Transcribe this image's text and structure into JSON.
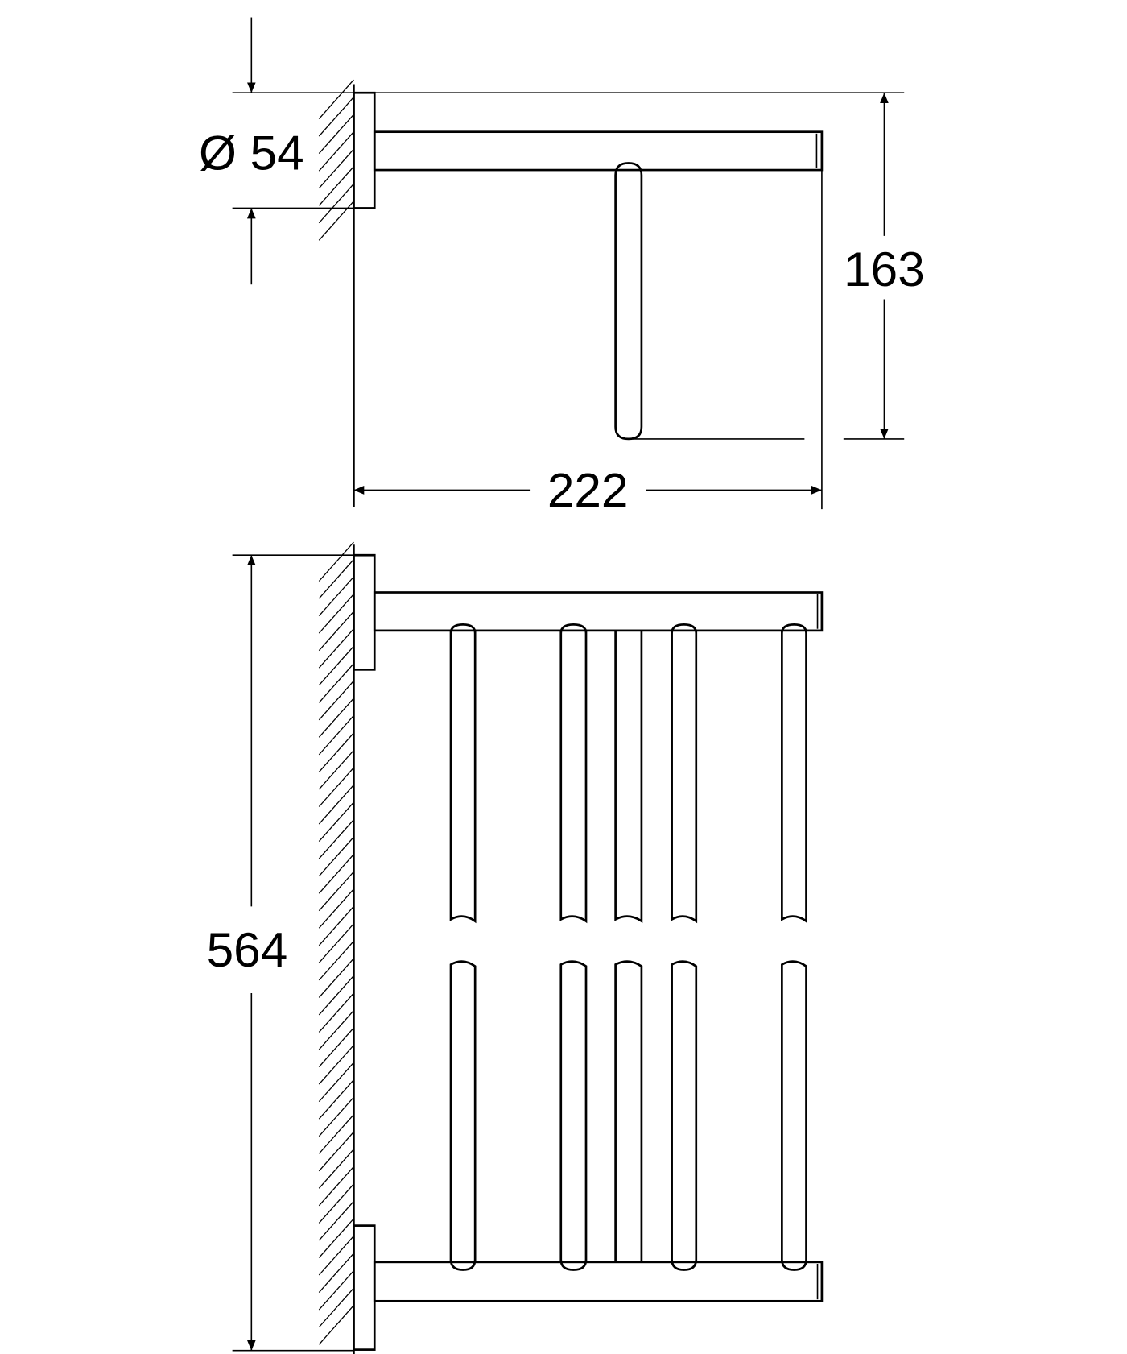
{
  "drawing": {
    "side_view": {
      "flange_diameter": "Ø 54",
      "height": "163",
      "depth": "222"
    },
    "front_view": {
      "length": "564",
      "rod_count": 5
    },
    "line_color": "#000000",
    "background": "#ffffff"
  }
}
